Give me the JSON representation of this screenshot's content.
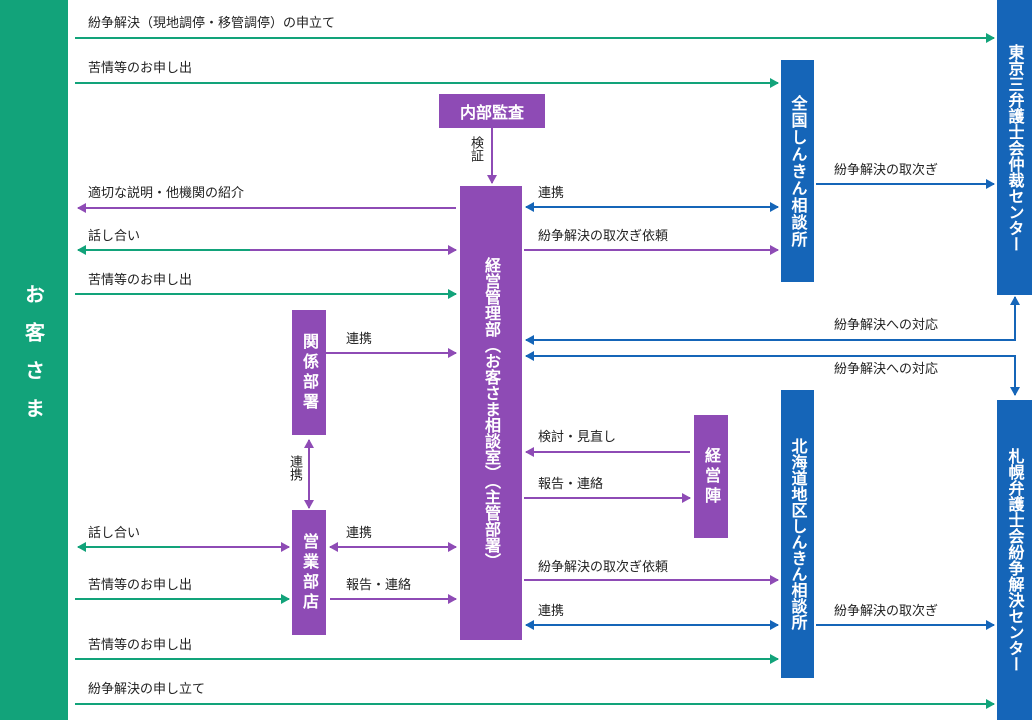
{
  "boxes": {
    "customer": "お客さま",
    "audit": "内部監査",
    "management": "経営管理部（お客さま相談室）（主管部署）",
    "related": "関係部署",
    "sales": "営業部店",
    "executives": "経営陣",
    "zenkoku": "全国しんきん相談所",
    "hokkaido": "北海道地区しんきん相談所",
    "tokyo": "東京三弁護士会仲裁センター",
    "sapporo": "札幌弁護士会紛争解決センター"
  },
  "labels": {
    "top_dispute": "紛争解決（現地調停・移管調停）の申立て",
    "complaint1": "苦情等のお申し出",
    "verify": "検証",
    "appropriate": "適切な説明・他機関の紹介",
    "discuss1": "話し合い",
    "complaint2": "苦情等のお申し出",
    "coop_zenkoku": "連携",
    "request_zenkoku": "紛争解決の取次ぎ依頼",
    "zenkoku_to_tokyo": "紛争解決の取次ぎ",
    "coop_related": "連携",
    "tokyo_response": "紛争解決への対応",
    "sapporo_response": "紛争解決への対応",
    "review": "検討・見直し",
    "report_exec": "報告・連絡",
    "coop_vertical": "連携",
    "discuss2": "話し合い",
    "coop_sales": "連携",
    "complaint3": "苦情等のお申し出",
    "report_sales": "報告・連絡",
    "request_hokkaido": "紛争解決の取次ぎ依頼",
    "coop_hokkaido": "連携",
    "hokkaido_to_sapporo": "紛争解決の取次ぎ",
    "complaint4": "苦情等のお申し出",
    "bottom_dispute": "紛争解決の申し立て"
  },
  "colors": {
    "green": "#12a37a",
    "purple": "#8e4bb5",
    "blue": "#1565b8"
  }
}
